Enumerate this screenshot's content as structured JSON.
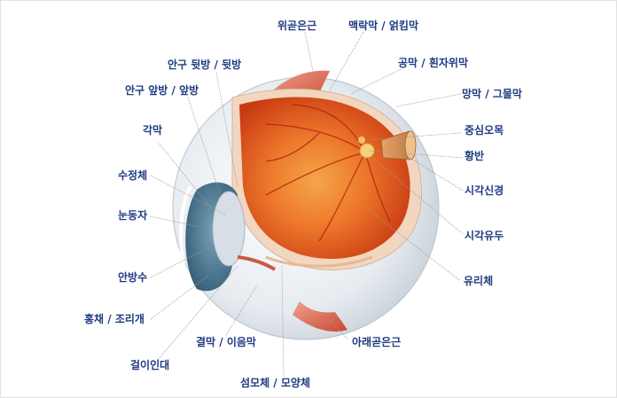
{
  "labels": {
    "superior_rectus": "위곧은근",
    "choroid": "맥락막 / 얽킴막",
    "sclera": "공막 / 흰자위막",
    "retina": "망막 / 그물막",
    "posterior_chamber": "안구 뒷방 / 뒷방",
    "anterior_chamber": "안구 앞방 / 앞방",
    "fovea": "중심오목",
    "cornea": "각막",
    "macula": "황반",
    "lens": "수정체",
    "optic_nerve": "시각신경",
    "pupil": "눈동자",
    "optic_disc": "시각유두",
    "aqueous_humor": "안방수",
    "vitreous": "유리체",
    "iris": "홍채 / 조리개",
    "conjunctiva": "결막 / 이음막",
    "inferior_rectus": "아래곧은근",
    "zonule": "걸이인대",
    "ciliary_body": "섬모체 / 모양체"
  },
  "colors": {
    "label_text": "#1f3b82",
    "leader_line": "#9a9a9a",
    "retina_orange": "#e8501e",
    "sclera_white": "#eef2f6",
    "iris_blue": "#3f6f8a",
    "muscle_red": "#d9664a"
  }
}
